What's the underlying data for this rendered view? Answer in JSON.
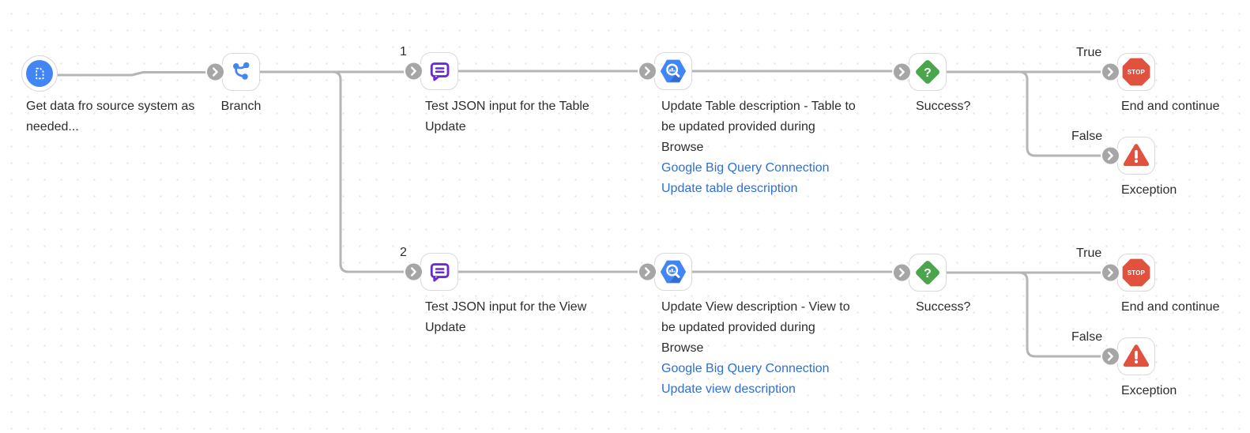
{
  "flow": {
    "source": {
      "label": "Get data fro source system as needed..."
    },
    "branch": {
      "label": "Branch"
    },
    "branches": [
      {
        "index": "1",
        "test_label": "Test JSON input for the Table Update",
        "update_label": "Update Table description - Table to be updated provided during Browse",
        "links": [
          "Google Big Query Connection",
          "Update table description"
        ],
        "success_label": "Success?",
        "true_label": "True",
        "false_label": "False",
        "end_label": "End and continue",
        "exception_label": "Exception"
      },
      {
        "index": "2",
        "test_label": "Test JSON input for the View Update",
        "update_label": "Update View description - View to be updated provided during Browse",
        "links": [
          "Google Big Query Connection",
          "Update view description"
        ],
        "success_label": "Success?",
        "true_label": "True",
        "false_label": "False",
        "end_label": "End and continue",
        "exception_label": "Exception"
      }
    ]
  },
  "icons": {
    "source": "document-icon",
    "branch": "branch-icon",
    "test": "chat-icon",
    "update": "bigquery-icon",
    "success": "question-diamond-icon",
    "end": "stop-icon",
    "exception": "warning-triangle-icon",
    "port": "chevron-right-icon"
  },
  "colors": {
    "blue": "#4285f4",
    "purple": "#6d28d9",
    "green": "#4aa54d",
    "red": "#e0513e",
    "link_blue": "#2f6fd4",
    "connector_gray": "#b5b5b5",
    "port_gray": "#a6a6a6"
  }
}
